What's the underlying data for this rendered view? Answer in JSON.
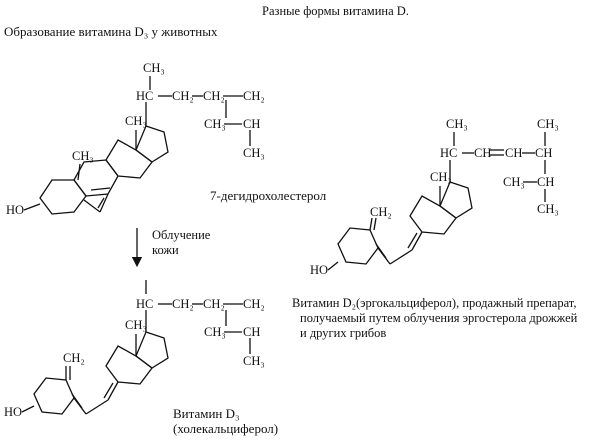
{
  "page": {
    "title": "Разные формы витамина D.",
    "subtitle": "Образование витамина D₃ у животных"
  },
  "labels": {
    "dehydrocholesterol": "7-дегидрохолестерол",
    "arrow_line1": "Облучение",
    "arrow_line2": "кожи",
    "vitamin_d3_line1": "Витамин D₃",
    "vitamin_d3_line2": "(холекальциферол)",
    "vitamin_d2_line1": "Витамин D₂(эргокальциферол), продажный препарат,",
    "vitamin_d2_line2": "получаемый путем облучения эргостерола дрожжей",
    "vitamin_d2_line3": "и других грибов"
  },
  "atoms": {
    "ch3": "CH₃",
    "ch": "CH",
    "ch2": "CH₂",
    "ho": "HO",
    "hc": "HC",
    "ch3_sub_ring": "CH₃",
    "ch2_methylene": "CH₂",
    "hc_double": "HC",
    "ch_double": "CH"
  },
  "colors": {
    "ink": "#111111",
    "background": "#ffffff"
  }
}
